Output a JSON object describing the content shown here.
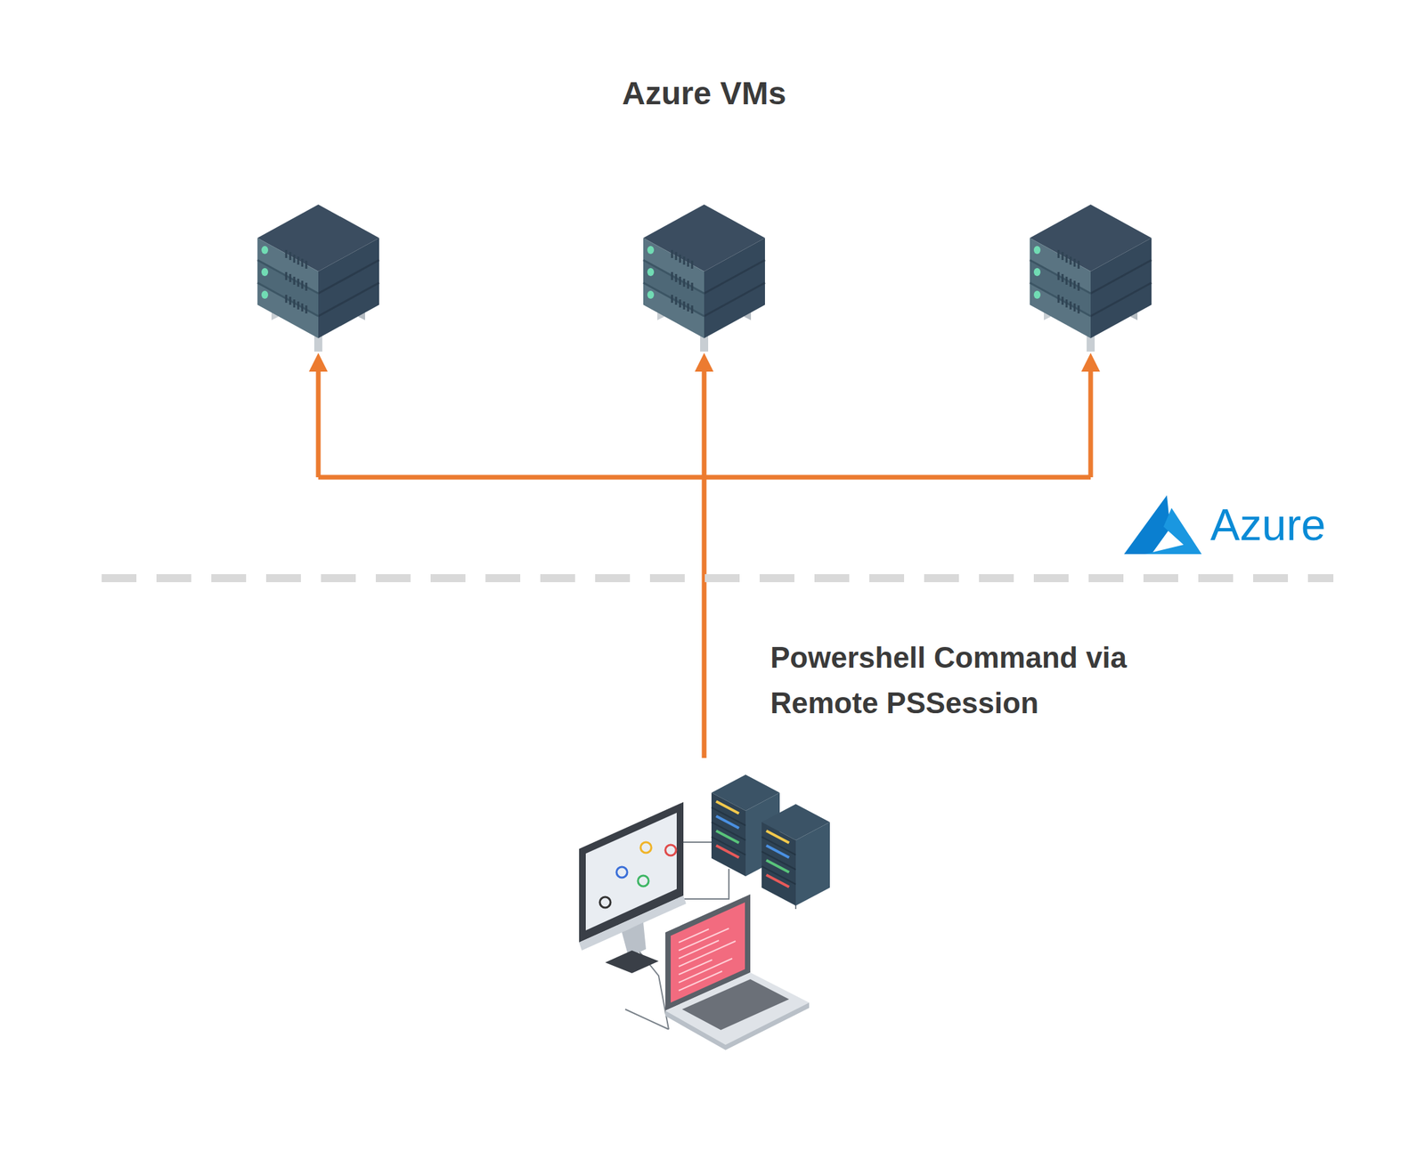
{
  "diagram": {
    "title": "Azure VMs",
    "labels": [
      "Azure",
      "Powershell Command via Remote PSSession"
    ]
  }
}
